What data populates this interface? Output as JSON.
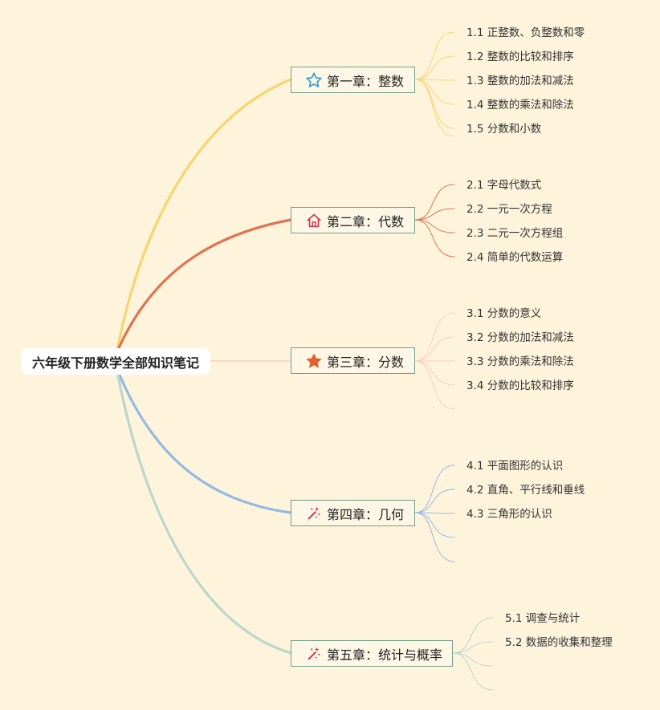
{
  "root": {
    "title": "六年级下册数学全部知识笔记"
  },
  "chapters": [
    {
      "title": "第一章：整数",
      "icon": "star-outline-icon",
      "color": "#f7d56e",
      "items": [
        "1.1 正整数、负整数和零",
        "1.2 整数的比较和排序",
        "1.3 整数的加法和减法",
        "1.4 整数的乘法和除法",
        "1.5 分数和小数"
      ]
    },
    {
      "title": "第二章：代数",
      "icon": "house-icon",
      "color": "#df7450",
      "items": [
        "2.1 字母代数式",
        "2.2 一元一次方程",
        "2.3 二元一次方程组",
        "2.4 简单的代数运算"
      ]
    },
    {
      "title": "第三章：分数",
      "icon": "star-filled-icon",
      "color": "#f9cdc0",
      "items": [
        "3.1 分数的意义",
        "3.2 分数的加法和减法",
        "3.3 分数的乘法和除法",
        "3.4 分数的比较和排序"
      ]
    },
    {
      "title": "第四章：几何",
      "icon": "magic-wand-icon",
      "color": "#95b9e3",
      "items": [
        "4.1 平面图形的认识",
        "4.2 直角、平行线和垂线",
        "4.3 三角形的认识"
      ]
    },
    {
      "title": "第五章：统计与概率",
      "icon": "magic-wand-icon",
      "color": "#b9d7cb",
      "items": [
        "5.1 调查与统计",
        "5.2 数据的收集和整理"
      ]
    }
  ]
}
